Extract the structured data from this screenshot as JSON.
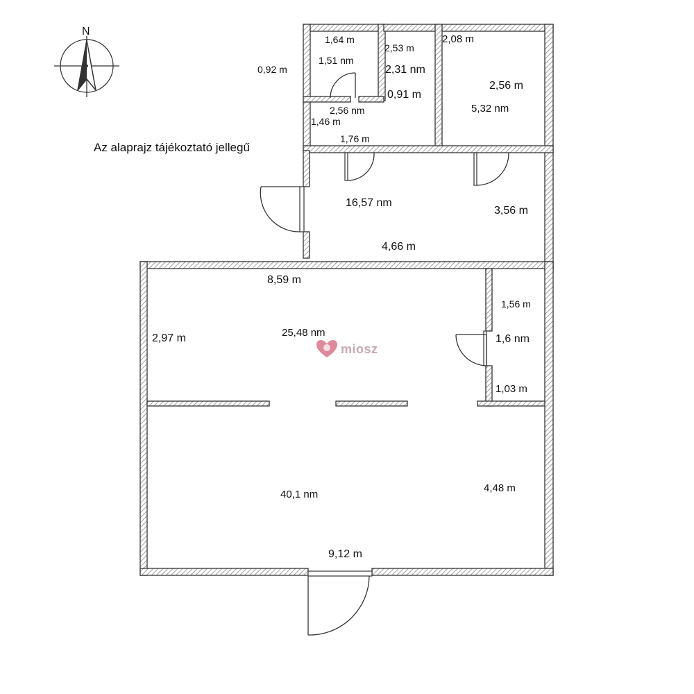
{
  "note": "Az alaprajz tájékoztató jellegű",
  "compass": {
    "letter": "N"
  },
  "watermark": {
    "text": "miosz",
    "color": "#d9748c"
  },
  "colors": {
    "wall": "#333333",
    "hatch": "#888888",
    "background": "#ffffff"
  },
  "labels": {
    "wc_width": "1,64 m",
    "wc_area": "1,51 nm",
    "wc_height": "0,92 m",
    "corridor_len": "2,53 m",
    "corridor_area": "2,31 nm",
    "corridor_w": "0,91 m",
    "bath_area": "2,56 nm",
    "bath_h": "1,46 m",
    "bath_w": "1,76 m",
    "room_ne_w": "2,08 m",
    "room_ne_h": "2,56 m",
    "room_ne_area": "5,32 nm",
    "hall_area": "16,57 nm",
    "hall_h": "3,56 m",
    "hall_w": "4,66 m",
    "living_w": "8,59 m",
    "living_h": "2,97 m",
    "living_area": "25,48 nm",
    "pantry_h": "1,56 m",
    "pantry_area": "1,6 nm",
    "pantry_w": "1,03 m",
    "big_area": "40,1 nm",
    "big_h": "4,48 m",
    "big_w": "9,12 m"
  }
}
